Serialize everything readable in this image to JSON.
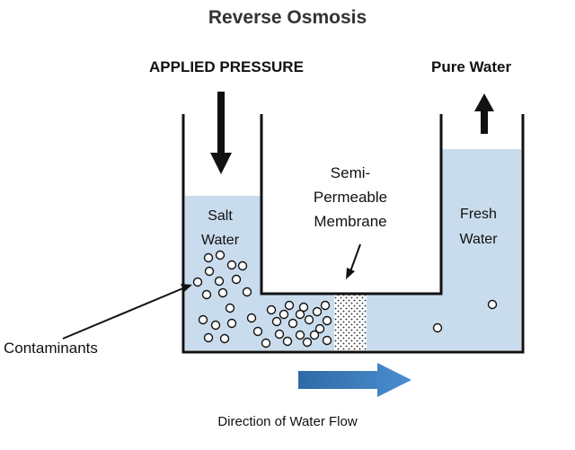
{
  "title": "Reverse Osmosis",
  "applied_pressure": "APPLIED PRESSURE",
  "pure_water": "Pure Water",
  "membrane": {
    "line1": "Semi-",
    "line2": "Permeable",
    "line3": "Membrane"
  },
  "salt_water": {
    "line1": "Salt",
    "line2": "Water"
  },
  "fresh_water": {
    "line1": "Fresh",
    "line2": "Water"
  },
  "contaminants": "Contaminants",
  "direction": "Direction of Water Flow",
  "colors": {
    "water": "#c9dced",
    "arrow_blue": "#3a76b0",
    "ink": "#111111"
  }
}
